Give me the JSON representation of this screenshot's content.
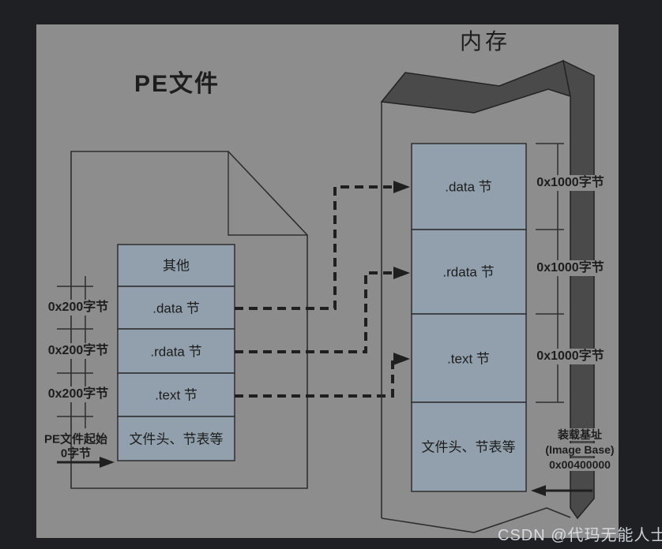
{
  "colors": {
    "outer_background": "#1e2023",
    "diagram_background": "#8d8d8d",
    "section_box_fill": "#91a0ac",
    "dark_ribbon": "#4a4a4a",
    "line": "#242424",
    "text": "#1d1d1d",
    "watermark_text": "#e2e7ec"
  },
  "pe_file": {
    "title": "PE文件",
    "sections": [
      {
        "label": "其他"
      },
      {
        "label": ".data 节"
      },
      {
        "label": ".rdata 节"
      },
      {
        "label": ".text 节"
      },
      {
        "label": "文件头、节表等"
      }
    ],
    "size_labels": [
      "0x200字节",
      "0x200字节",
      "0x200字节"
    ],
    "origin_line1": "PE文件起始",
    "origin_line2": "0字节"
  },
  "memory": {
    "title": "内存",
    "sections": [
      {
        "label": ".data 节"
      },
      {
        "label": ".rdata 节"
      },
      {
        "label": ".text 节"
      },
      {
        "label": "文件头、节表等"
      }
    ],
    "size_labels": [
      "0x1000字节",
      "0x1000字节",
      "0x1000字节"
    ],
    "base_line1": "装载基址",
    "base_line2": "(Image Base)",
    "base_line3": "0x00400000"
  },
  "watermark": "CSDN @代玛无能人士"
}
